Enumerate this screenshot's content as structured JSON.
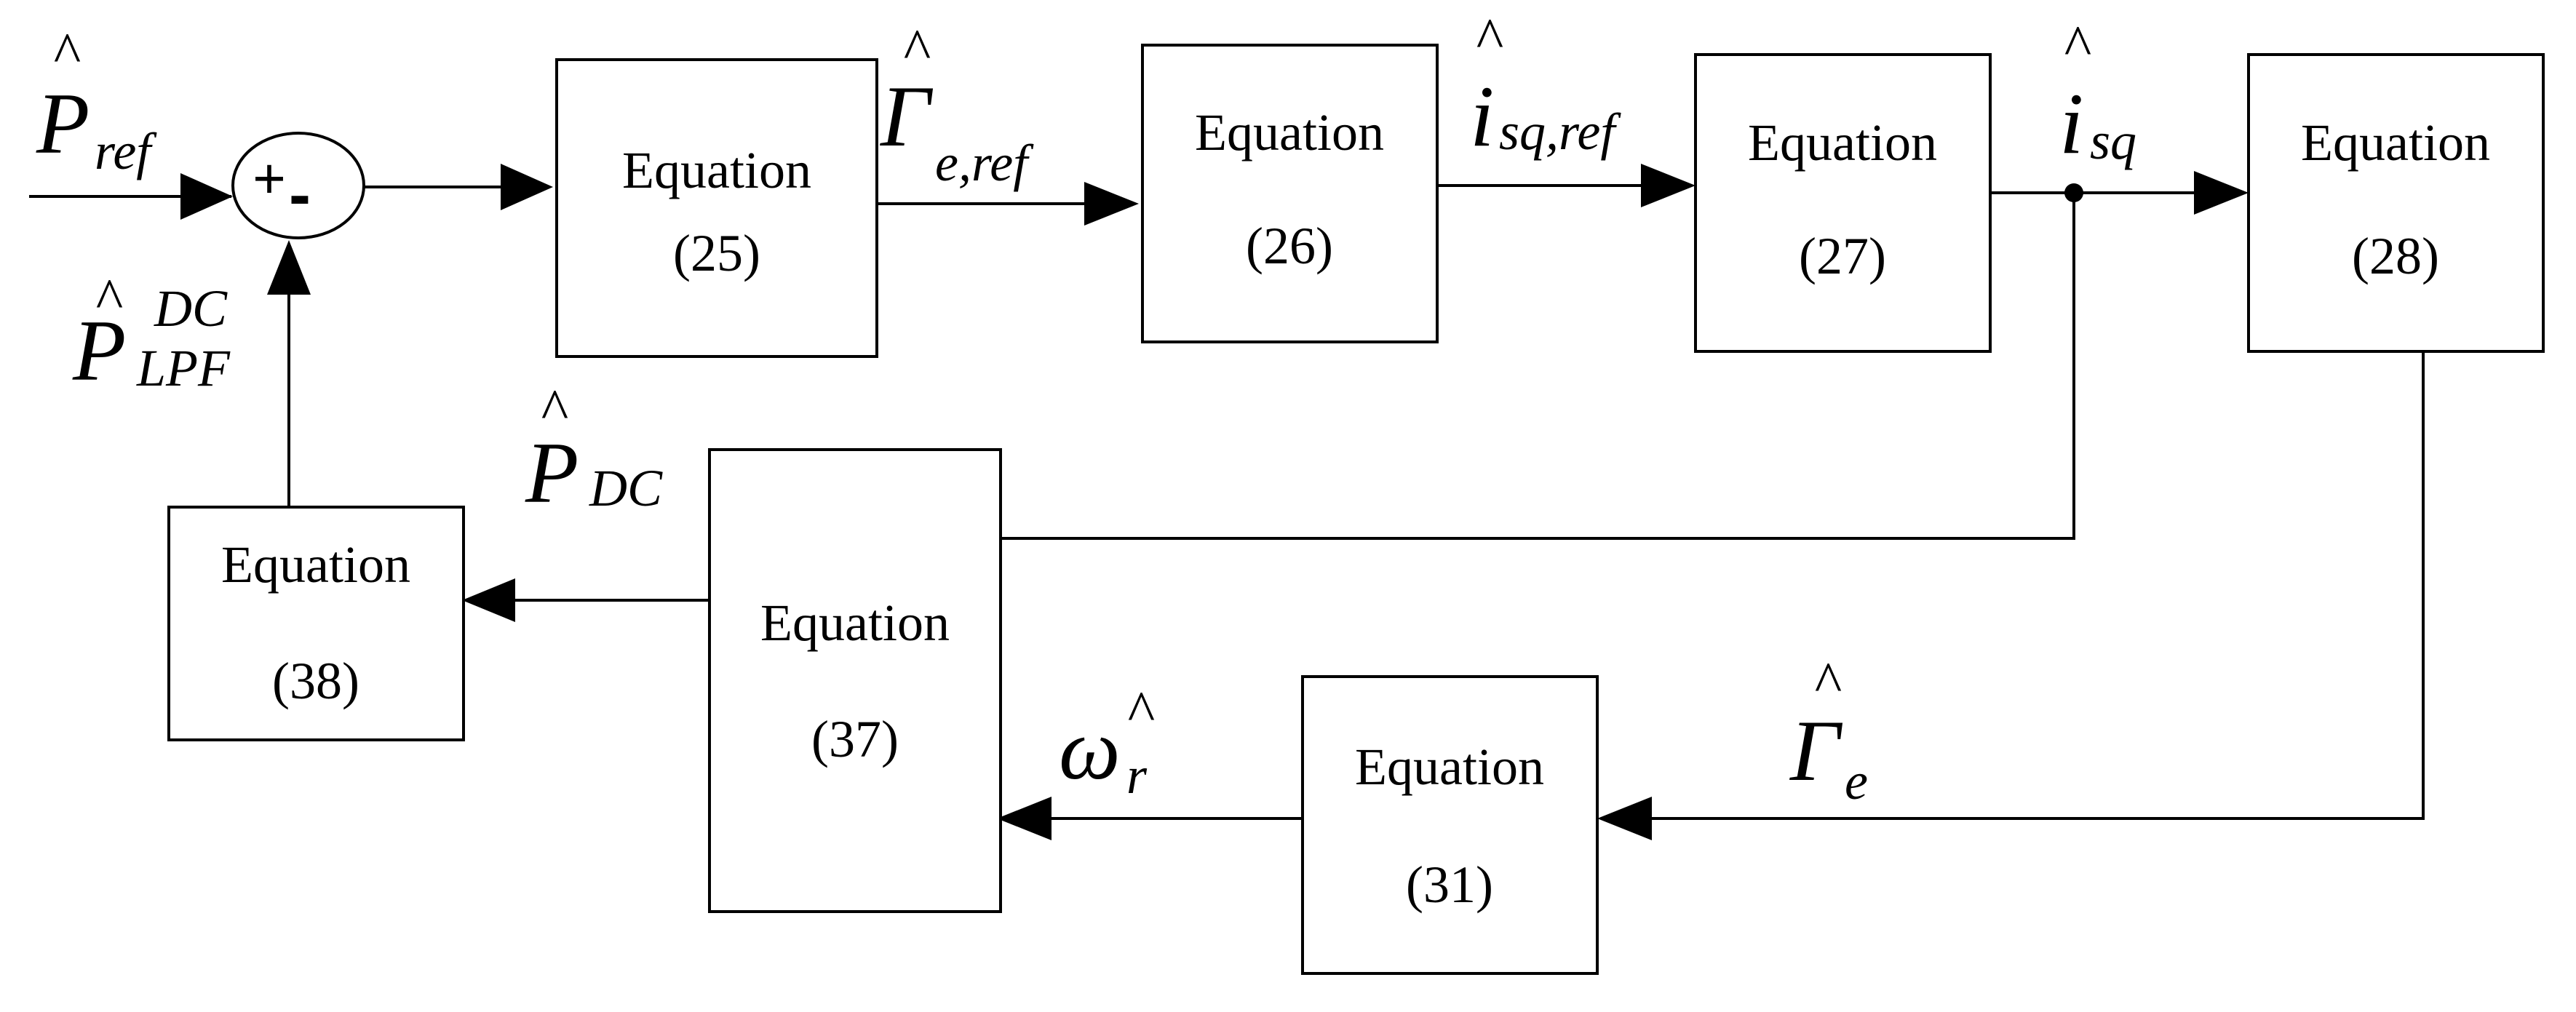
{
  "blocks": {
    "eq25": {
      "line1": "Equation",
      "line2": "(25)"
    },
    "eq26": {
      "line1": "Equation",
      "line2": "(26)"
    },
    "eq27": {
      "line1": "Equation",
      "line2": "(27)"
    },
    "eq28": {
      "line1": "Equation",
      "line2": "(28)"
    },
    "eq31": {
      "line1": "Equation",
      "line2": "(31)"
    },
    "eq37": {
      "line1": "Equation",
      "line2": "(37)"
    },
    "eq38": {
      "line1": "Equation",
      "line2": "(38)"
    }
  },
  "summer": {
    "plus": "+",
    "minus": "-"
  },
  "signals": {
    "p_ref": {
      "hat": "^",
      "base": "P",
      "sub": "ref"
    },
    "p_lpf_dc": {
      "hat": "^",
      "base": "P",
      "sup": "DC",
      "sub": "LPF"
    },
    "gamma_eref": {
      "hat": "^",
      "base": "Γ",
      "sub": "e,ref"
    },
    "isq_ref": {
      "hat": "^",
      "base": "i",
      "sub": "sq,ref"
    },
    "isq": {
      "hat": "^",
      "base": "i",
      "sub": "sq"
    },
    "p_dc": {
      "hat": "^",
      "base": "P",
      "sub": "DC"
    },
    "omega_r": {
      "hat": "^",
      "base": "ω",
      "sub": "r"
    },
    "gamma_e": {
      "hat": "^",
      "base": "Γ",
      "sub": "e"
    }
  }
}
